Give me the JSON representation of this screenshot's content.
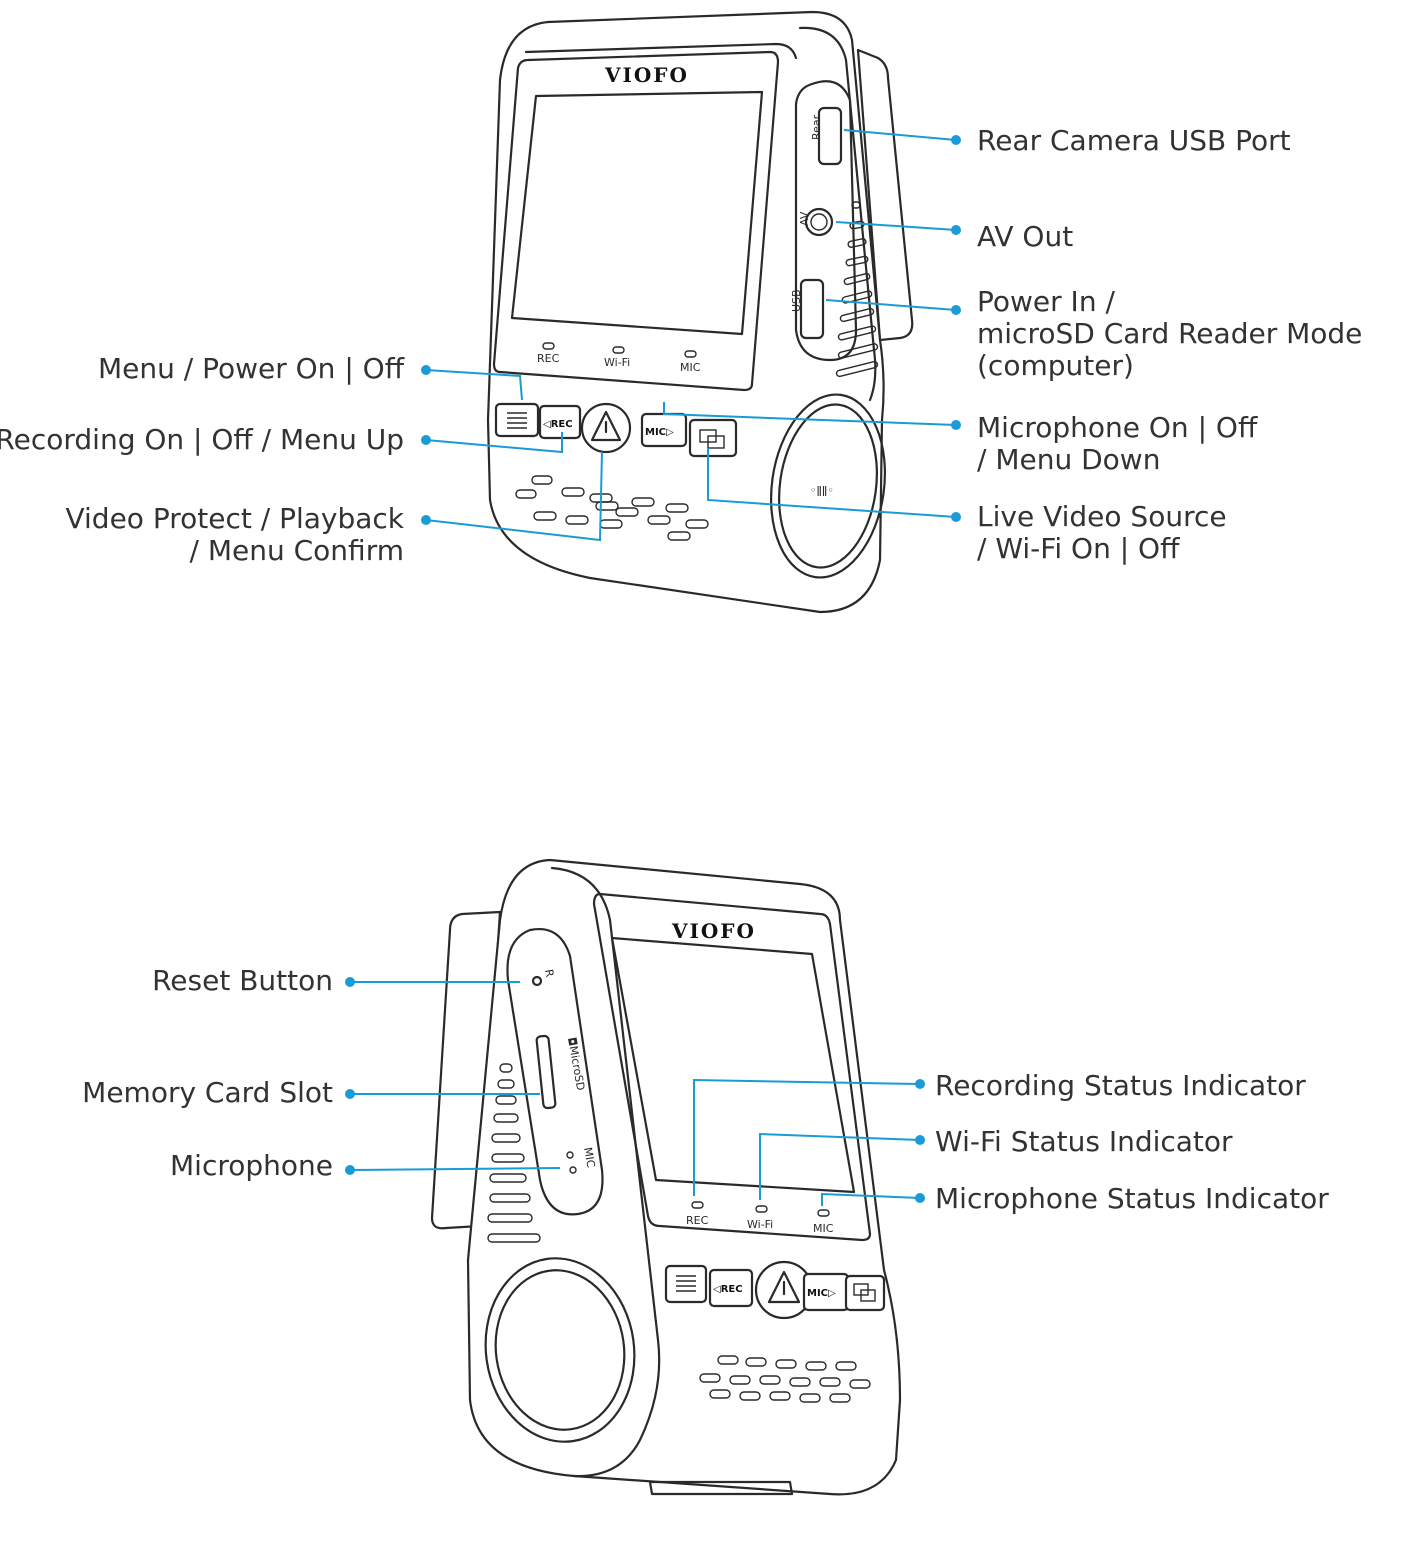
{
  "colors": {
    "callout": "#1a9bd7",
    "line_art": "#2a2a2a",
    "label_text": "#333333"
  },
  "device": {
    "brand": "VIOFO",
    "led_labels": {
      "rec": "REC",
      "wifi": "Wi-Fi",
      "mic": "MIC"
    },
    "port_labels": {
      "rear": "Rear",
      "av": "AV",
      "usb": "USB"
    },
    "button_labels": {
      "rec": "◁REC",
      "mic": "MIC▷"
    },
    "side_labels": {
      "reset": "R",
      "microsd": "◘MicroSD",
      "mic": "MIC"
    }
  },
  "top_view": {
    "left_callouts": [
      {
        "lines": [
          "Menu / Power On | Off"
        ]
      },
      {
        "lines": [
          "Recording On | Off / Menu Up"
        ]
      },
      {
        "lines": [
          "Video Protect / Playback",
          "/ Menu Confirm"
        ]
      }
    ],
    "right_callouts": [
      {
        "lines": [
          "Rear Camera USB Port"
        ]
      },
      {
        "lines": [
          "AV Out"
        ]
      },
      {
        "lines": [
          "Power In /",
          "microSD Card Reader Mode",
          "(computer)"
        ]
      },
      {
        "lines": [
          "Microphone On | Off",
          "/ Menu Down"
        ]
      },
      {
        "lines": [
          "Live Video Source",
          "/ Wi-Fi On | Off"
        ]
      }
    ]
  },
  "bottom_view": {
    "left_callouts": [
      {
        "lines": [
          "Reset Button"
        ]
      },
      {
        "lines": [
          "Memory Card Slot"
        ]
      },
      {
        "lines": [
          "Microphone"
        ]
      }
    ],
    "right_callouts": [
      {
        "lines": [
          "Recording Status Indicator"
        ]
      },
      {
        "lines": [
          "Wi-Fi Status Indicator"
        ]
      },
      {
        "lines": [
          "Microphone Status Indicator"
        ]
      }
    ]
  }
}
